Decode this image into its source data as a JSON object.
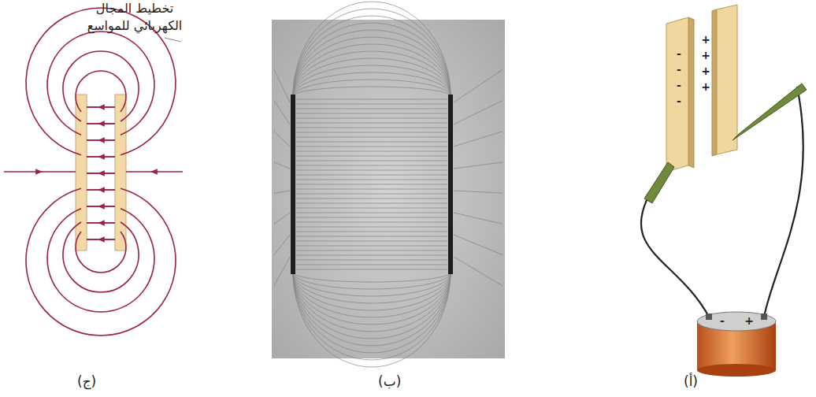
{
  "diagram": {
    "labels": [
      "تخطيط المجال الكهربائي للمواسع",
      "-",
      "-",
      "-",
      "-",
      "+",
      "+",
      "+",
      "+",
      "-",
      "+",
      "(ج)",
      "(ب)",
      "(أ)"
    ]
  }
}
